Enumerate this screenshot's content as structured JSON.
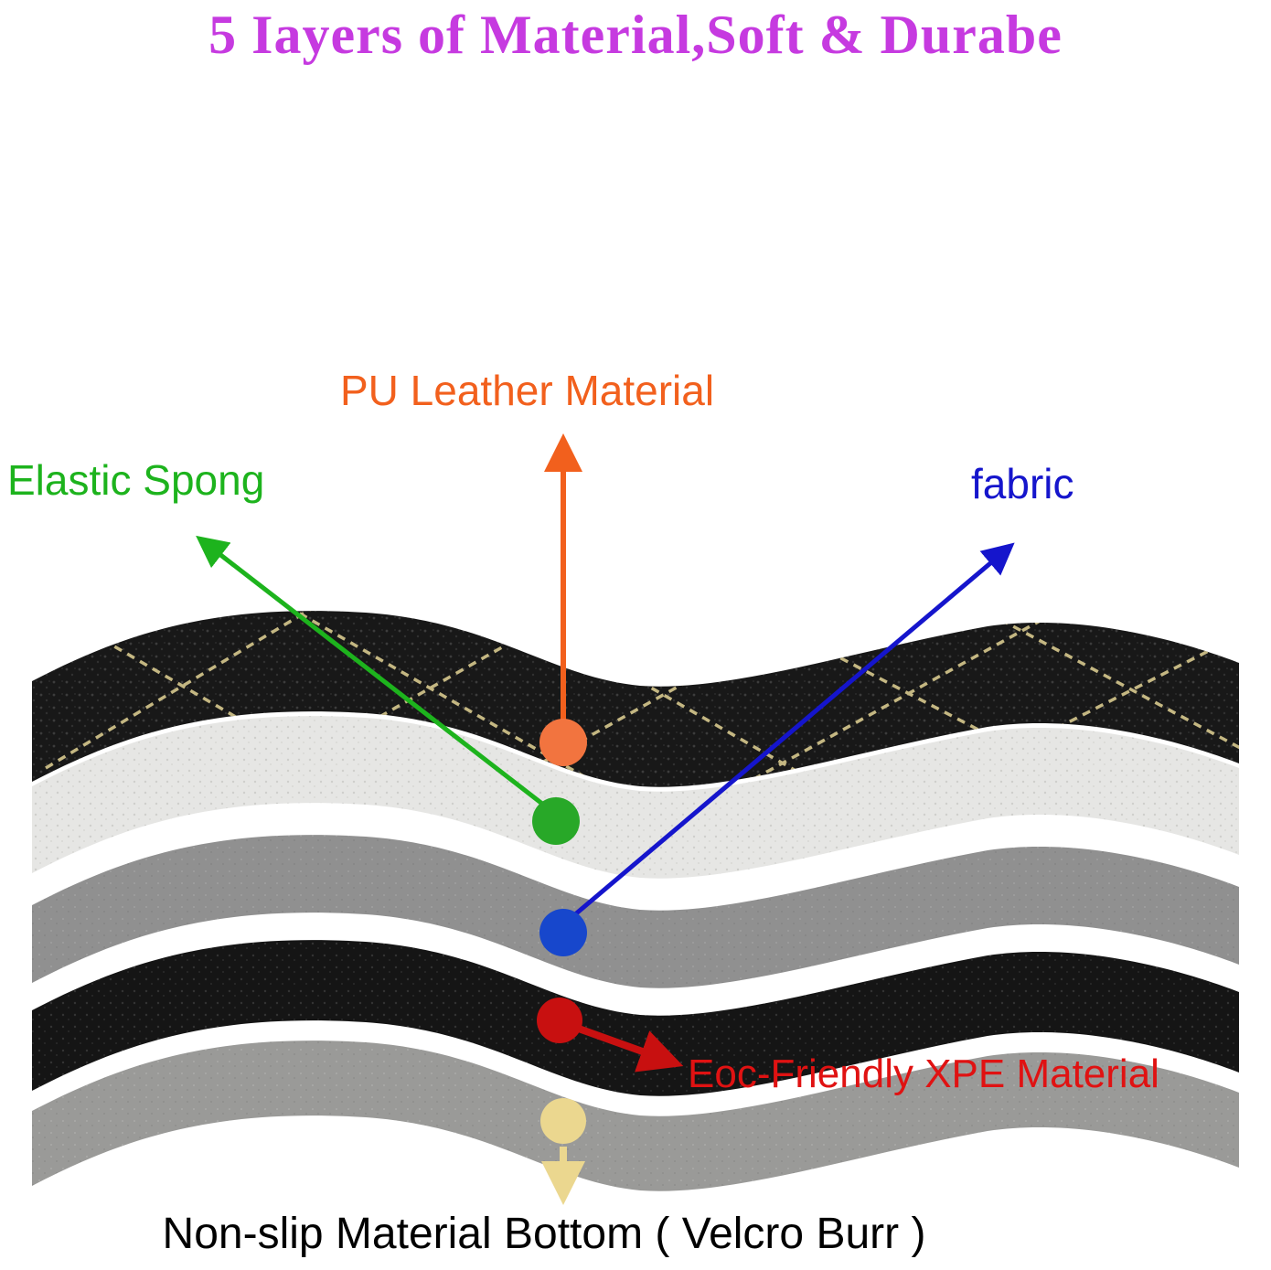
{
  "title": "5 Iayers of Material,Soft & Durabe",
  "title_color": "#c63ae0",
  "annotations": [
    {
      "id": "pu-leather",
      "label": "PU Leather Material",
      "color": "#f2601d"
    },
    {
      "id": "elastic-sponge",
      "label": "Elastic Spong",
      "color": "#1db31d"
    },
    {
      "id": "fabric",
      "label": "fabric",
      "color": "#1515cc"
    },
    {
      "id": "xpe",
      "label": "Eoc-Friendly XPE Material",
      "color": "#e01212"
    },
    {
      "id": "non-slip-bottom",
      "label": "Non-slip Material Bottom ( Velcro Burr )",
      "color": "#000000"
    }
  ],
  "layer_colors": {
    "pu_leather": "#181818",
    "elastic_sponge": "#e6e6e4",
    "fabric": "#909090",
    "xpe": "#151515",
    "non_slip_bottom": "#9a9a98",
    "stitching": "#d8c98e"
  },
  "dot_colors": {
    "pu_leather": "#f2743f",
    "elastic_sponge": "#28a828",
    "fabric": "#1747cc",
    "xpe": "#c81010",
    "non_slip_bottom": "#ebd78f"
  }
}
